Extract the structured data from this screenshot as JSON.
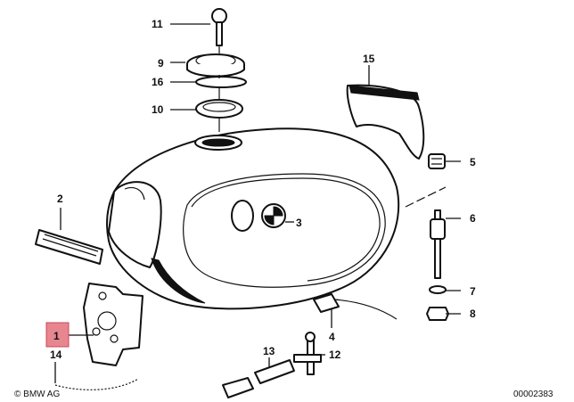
{
  "labels": {
    "p1": "1",
    "p2": "2",
    "p3": "3",
    "p4": "4",
    "p5": "5",
    "p6": "6",
    "p7": "7",
    "p8": "8",
    "p9": "9",
    "p10": "10",
    "p11": "11",
    "p12": "12",
    "p13": "13",
    "p14": "14",
    "p15": "15",
    "p16": "16"
  },
  "highlight_color": "#e8868f",
  "footer": {
    "brand": "© BMW AG",
    "diagram_number": "00002383"
  }
}
